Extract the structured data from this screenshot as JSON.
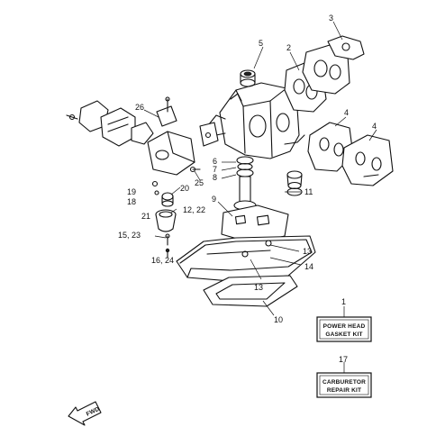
{
  "callouts": {
    "c1": "1",
    "c2": "2",
    "c3": "3",
    "c4a": "4",
    "c4b": "4",
    "c5": "5",
    "c6": "6",
    "c7": "7",
    "c8": "8",
    "c9": "9",
    "c10": "10",
    "c11": "11",
    "c12": "12, 22",
    "c13a": "13",
    "c13b": "13",
    "c14": "14",
    "c15": "15, 23",
    "c16": "16, 24",
    "c17": "17",
    "c18": "18",
    "c19": "19",
    "c20": "20",
    "c21": "21",
    "c25": "25",
    "c26": "26"
  },
  "kits": {
    "power_head_line1": "POWER HEAD",
    "power_head_line2": "GASKET KIT",
    "carb_line1": "CARBURETOR",
    "carb_line2": "REPAIR KIT"
  },
  "fwd_label": "FWD"
}
